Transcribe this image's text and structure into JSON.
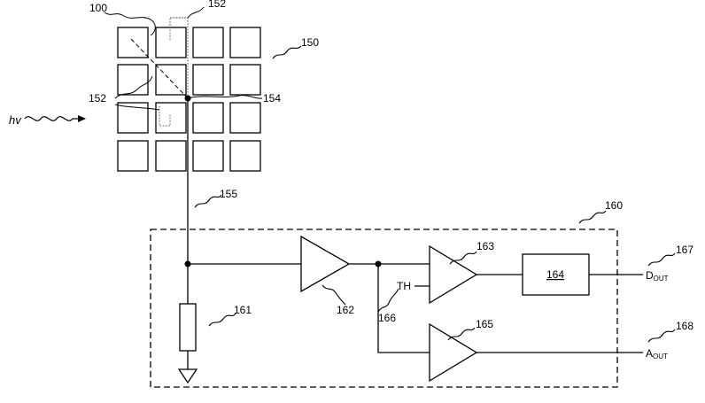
{
  "labels": {
    "pixel": "100",
    "array": "150",
    "ref_152_top": "152",
    "ref_152_left": "152",
    "node": "154",
    "bus": "155",
    "circuit": "160",
    "resistor": "161",
    "amplifier": "162",
    "comparator": "163",
    "block": "164",
    "comparator2": "165",
    "threshold_ref": "166",
    "dout_ref": "167",
    "aout_ref": "168",
    "threshold": "TH",
    "photon": "hv",
    "dout_main": "D",
    "dout_sub": "OUT",
    "aout_main": "A",
    "aout_sub": "OUT"
  },
  "grid": {
    "rows": 4,
    "cols": 4
  }
}
